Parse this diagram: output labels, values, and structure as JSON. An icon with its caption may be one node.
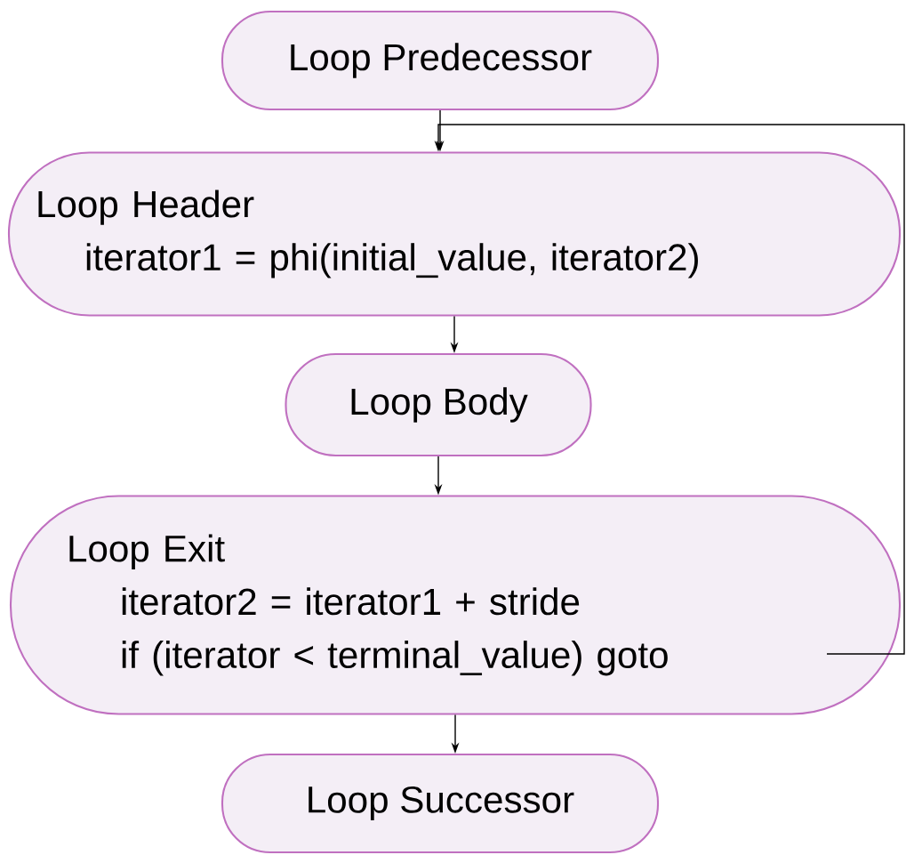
{
  "diagram": {
    "nodes": [
      {
        "text": [
          "Loop Predecessor"
        ]
      },
      {
        "text": [
          "Loop Header",
          "iterator1 = phi(initial_value, iterator2)"
        ]
      },
      {
        "text": [
          "Loop Body"
        ]
      },
      {
        "text": [
          "Loop Exit",
          "iterator2 = iterator1 + stride",
          "if (iterator < terminal_value) goto"
        ]
      },
      {
        "text": [
          "Loop Successor"
        ]
      }
    ],
    "edges": [
      {
        "from": 0,
        "to": 1,
        "arrow": "to"
      },
      {
        "from": 1,
        "to": 2,
        "arrow": "to"
      },
      {
        "from": 2,
        "to": 3,
        "arrow": "to"
      },
      {
        "from": 3,
        "to": 4,
        "arrow": "to"
      },
      {
        "from": 3,
        "to": 1,
        "arrow": "to"
      }
    ]
  }
}
